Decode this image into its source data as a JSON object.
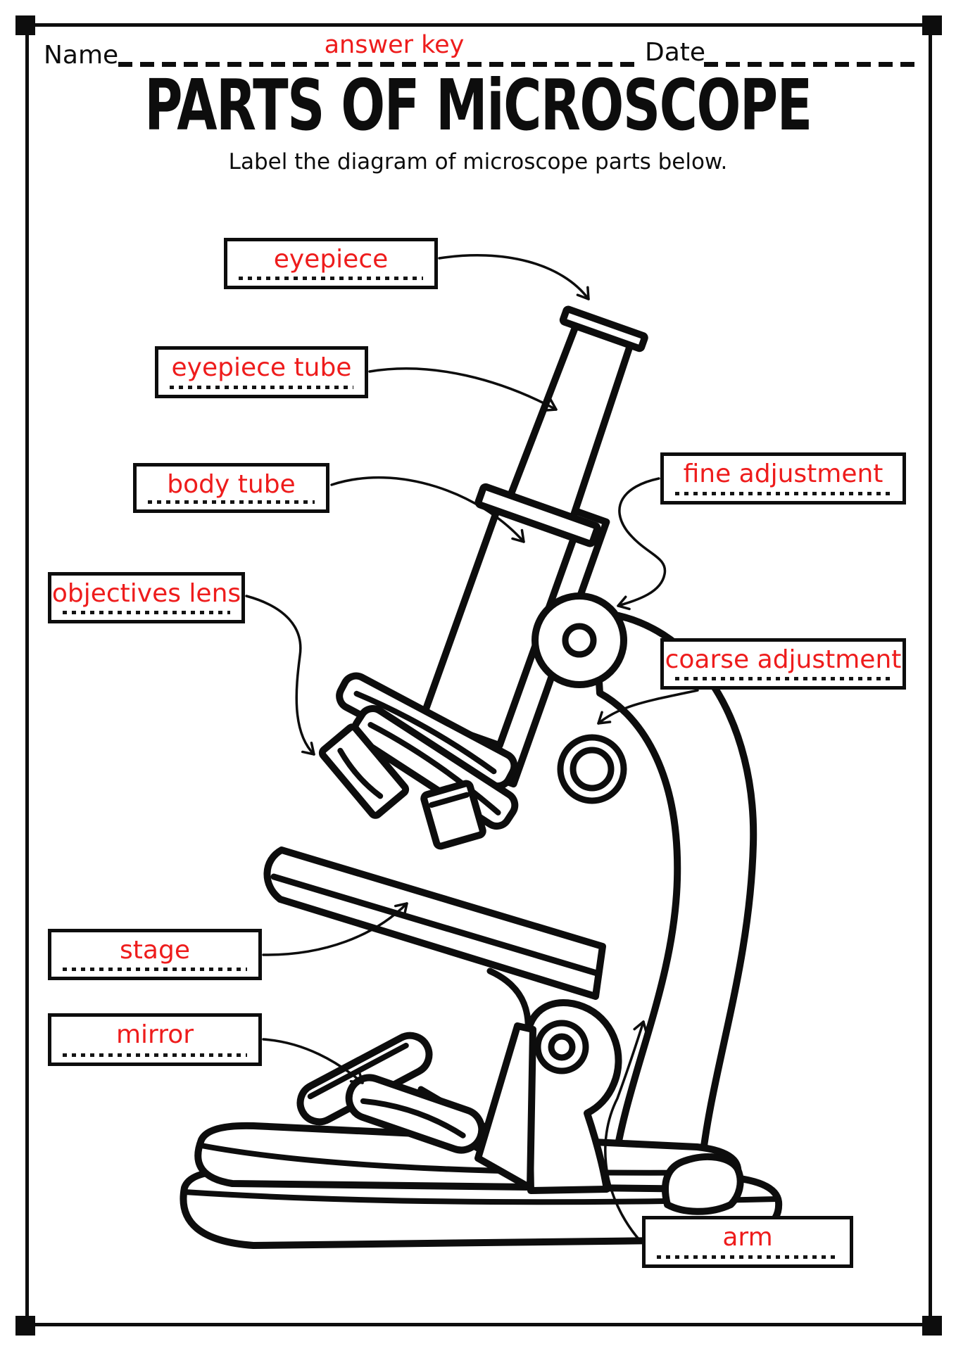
{
  "page": {
    "header": {
      "name_label": "Name",
      "answer_key_text": "answer key",
      "date_label": "Date"
    },
    "title": "PARTS OF MiCROSCOPE",
    "subtitle": "Label the diagram of microscope parts below.",
    "illustration": "microscope line drawing with labeled parts",
    "colors": {
      "ink": "#0d0d0d",
      "answer_red": "#ee1c1c",
      "paper": "#ffffff"
    },
    "labels": [
      {
        "id": "eyepiece",
        "text": "eyepiece"
      },
      {
        "id": "eyepiece-tube",
        "text": "eyepiece tube"
      },
      {
        "id": "body-tube",
        "text": "body tube"
      },
      {
        "id": "objectives-lens",
        "text": "objectives lens"
      },
      {
        "id": "fine-adjustment",
        "text": "fine adjustment"
      },
      {
        "id": "coarse-adjustment",
        "text": "coarse adjustment"
      },
      {
        "id": "stage",
        "text": "stage"
      },
      {
        "id": "mirror",
        "text": "mirror"
      },
      {
        "id": "arm",
        "text": "arm"
      }
    ]
  }
}
